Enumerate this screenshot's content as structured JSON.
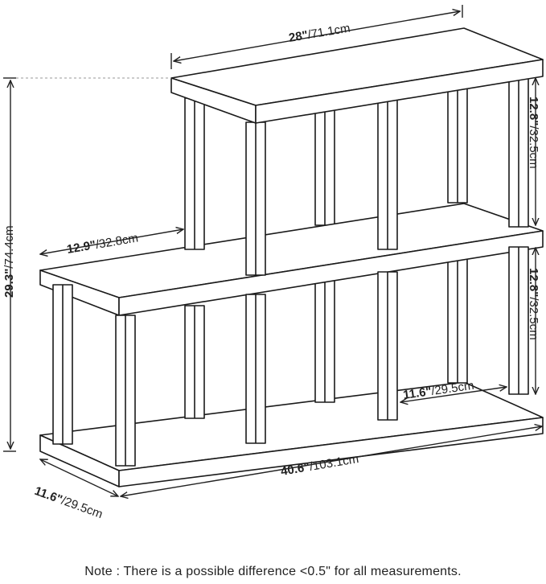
{
  "dimensions": {
    "top_width": {
      "inch": "28\"",
      "cm": "/71.1cm"
    },
    "total_height": {
      "inch": "29.3\"",
      "cm": "/74.4cm"
    },
    "lower_depth": {
      "inch": "12.9\"",
      "cm": "/32.8cm"
    },
    "upper_tier_height": {
      "inch": "12.8\"",
      "cm": "/32.5cm"
    },
    "lower_tier_height": {
      "inch": "12.8\"",
      "cm": "/32.5cm"
    },
    "inner_depth": {
      "inch": "11.6\"",
      "cm": "/29.5cm"
    },
    "base_width": {
      "inch": "40.6\"",
      "cm": "/103.1cm"
    },
    "base_depth": {
      "inch": "11.6\"",
      "cm": "/29.5cm"
    }
  },
  "note": "Note : There is a possible difference <0.5\" for all measurements.",
  "colors": {
    "line": "#1a1a1a",
    "dim_line": "#222222",
    "fill": "#ffffff",
    "guide": "#888888"
  }
}
